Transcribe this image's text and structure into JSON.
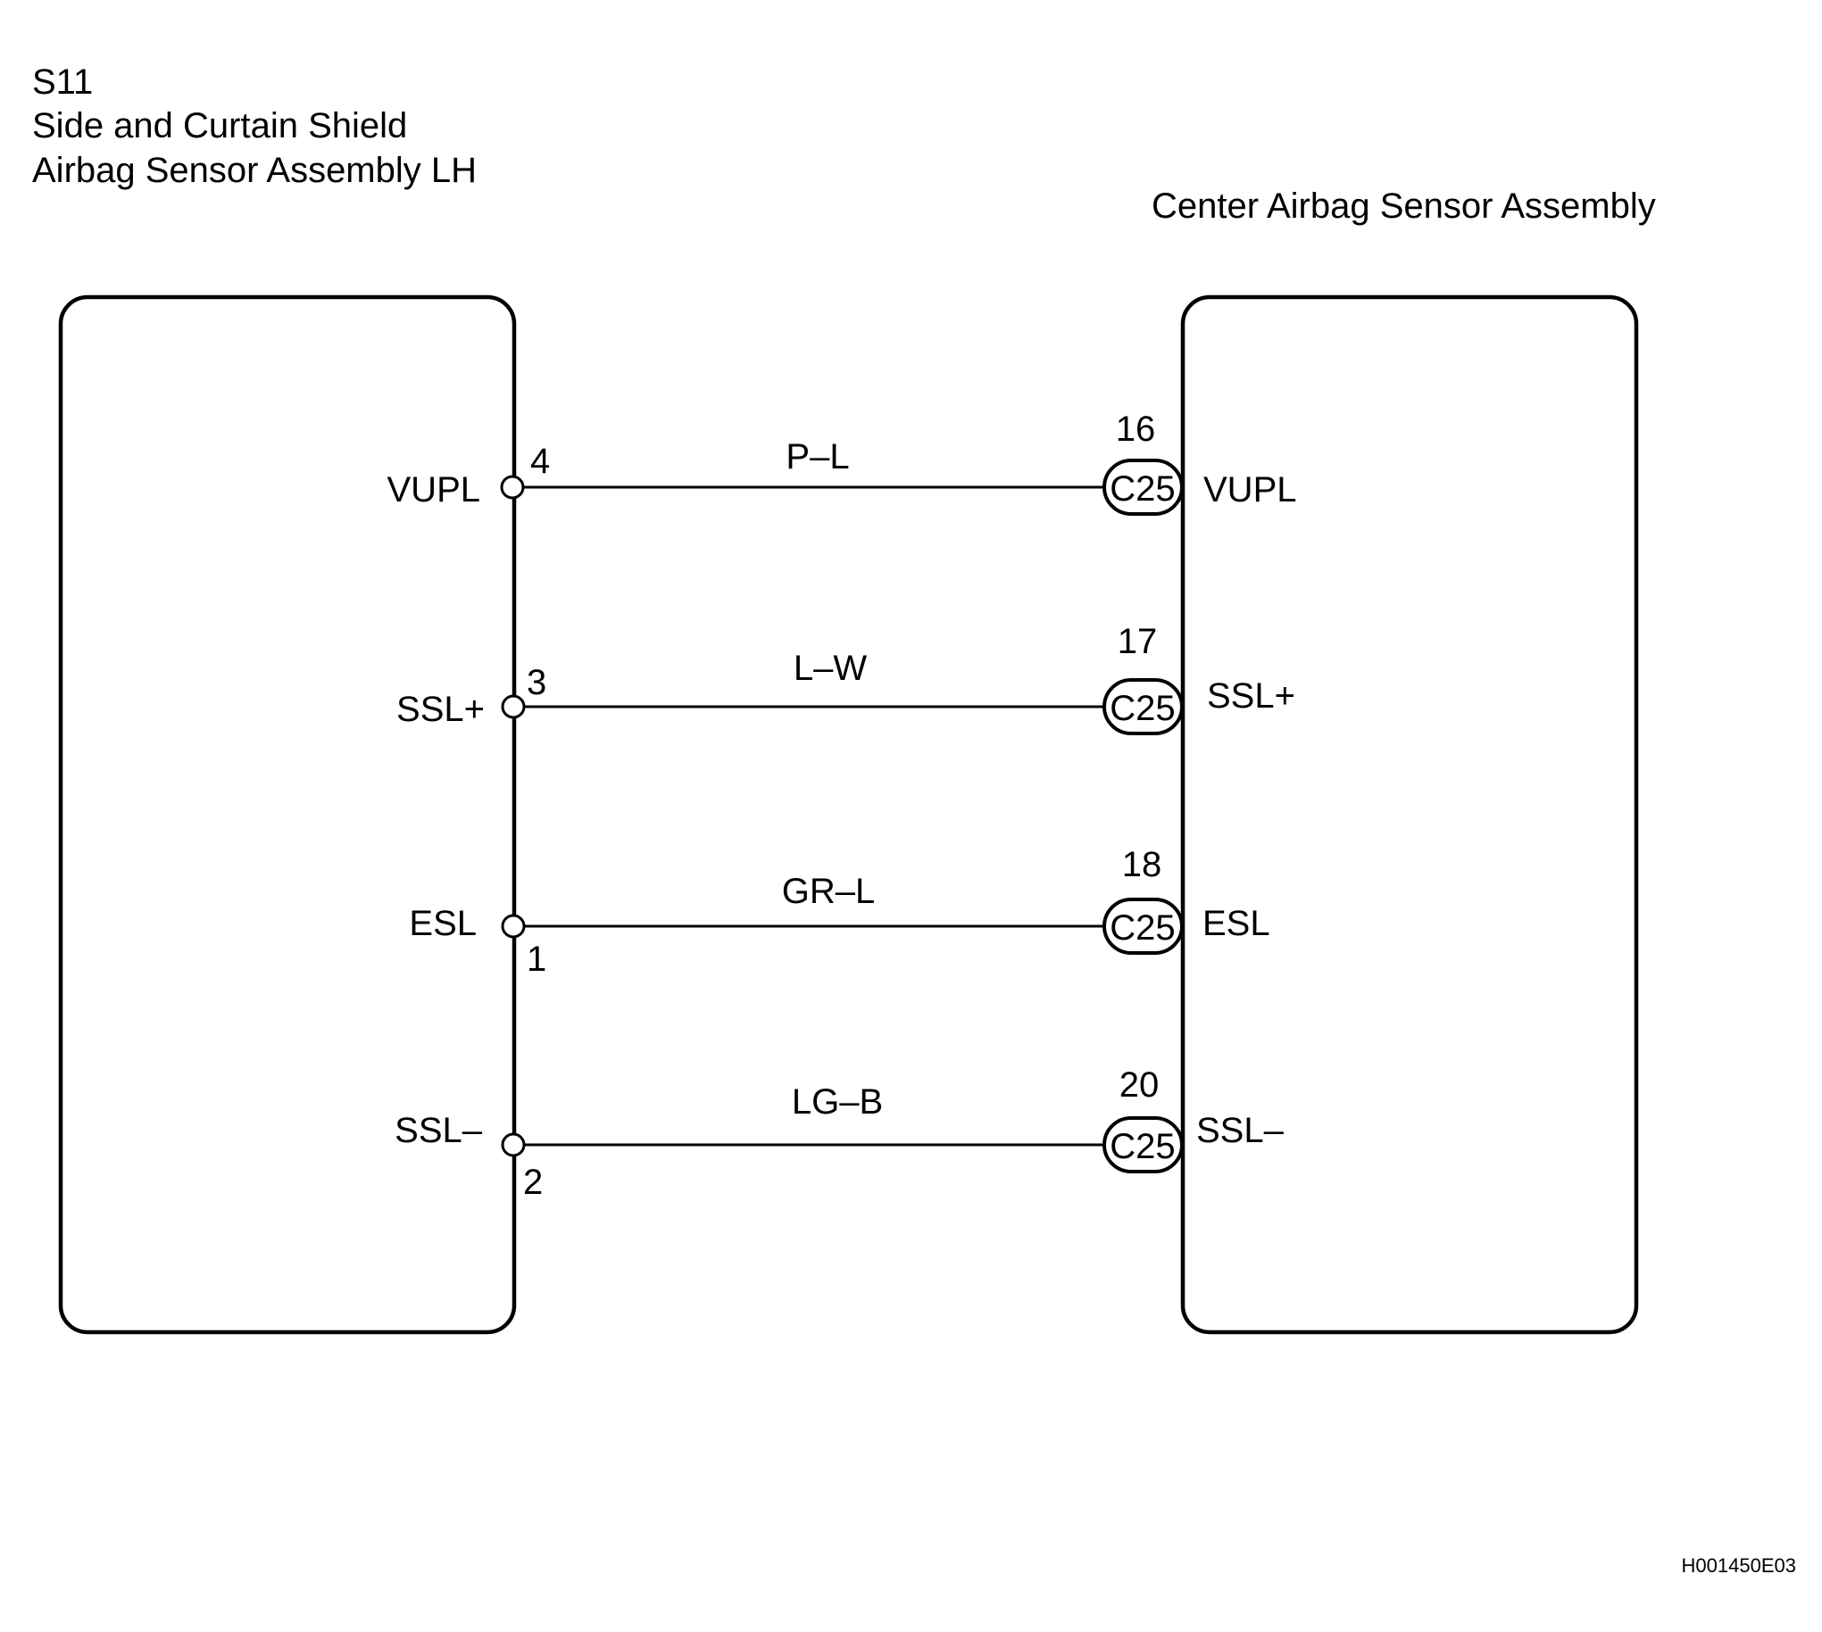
{
  "left_component": {
    "code": "S11",
    "name_line1": "Side and Curtain Shield",
    "name_line2": "Airbag Sensor Assembly LH"
  },
  "right_component": {
    "name": "Center Airbag Sensor Assembly"
  },
  "connections": [
    {
      "left_terminal": "VUPL",
      "left_pin": "4",
      "wire_color": "P–L",
      "connector": "C25",
      "right_pin": "16",
      "right_terminal": "VUPL"
    },
    {
      "left_terminal": "SSL+",
      "left_pin": "3",
      "wire_color": "L–W",
      "connector": "C25",
      "right_pin": "17",
      "right_terminal": "SSL+"
    },
    {
      "left_terminal": "ESL",
      "left_pin": "1",
      "wire_color": "GR–L",
      "connector": "C25",
      "right_pin": "18",
      "right_terminal": "ESL"
    },
    {
      "left_terminal": "SSL–",
      "left_pin": "2",
      "wire_color": "LG–B",
      "connector": "C25",
      "right_pin": "20",
      "right_terminal": "SSL–"
    }
  ],
  "figure_id": "H001450E03"
}
